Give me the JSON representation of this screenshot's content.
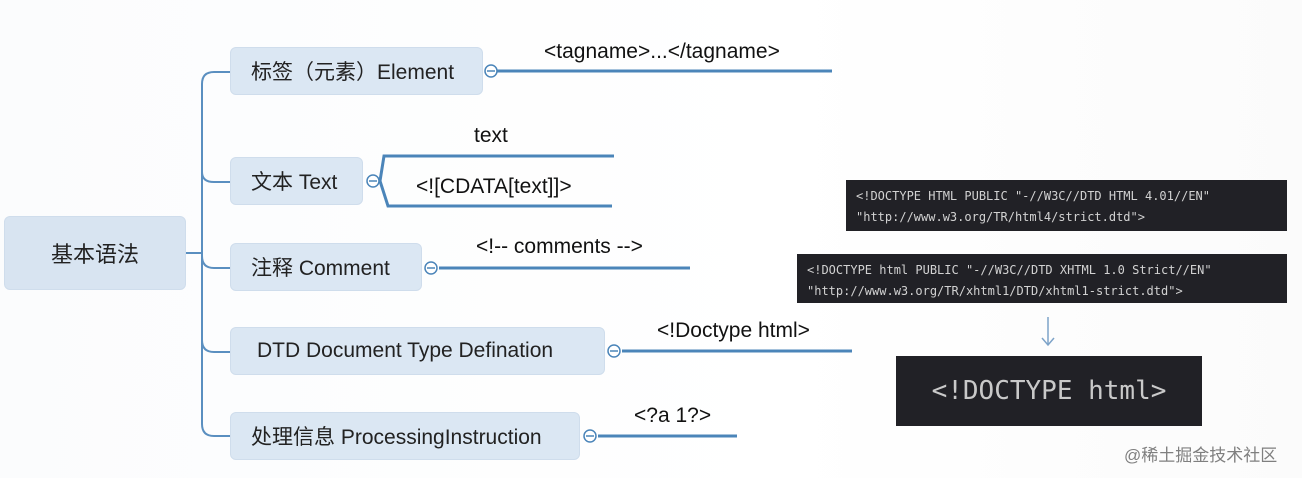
{
  "root": {
    "label": "基本语法"
  },
  "branches": [
    {
      "label": "标签（元素）Element",
      "leaves": [
        "<tagname>...</tagname>"
      ]
    },
    {
      "label": "文本 Text",
      "leaves": [
        "text",
        "<![CDATA[text]]>"
      ]
    },
    {
      "label": "注释 Comment",
      "leaves": [
        "<!-- comments -->"
      ]
    },
    {
      "label": "DTD Document Type Defination",
      "leaves": [
        "<!Doctype html>"
      ]
    },
    {
      "label": "处理信息 ProcessingInstruction",
      "leaves": [
        "<?a 1?>"
      ]
    }
  ],
  "code_examples": [
    {
      "lines": [
        "<!DOCTYPE HTML PUBLIC \"-//W3C//DTD HTML 4.01//EN\"",
        "\"http://www.w3.org/TR/html4/strict.dtd\">"
      ]
    },
    {
      "lines": [
        "<!DOCTYPE html PUBLIC \"-//W3C//DTD XHTML 1.0 Strict//EN\"",
        "\"http://www.w3.org/TR/xhtml1/DTD/xhtml1-strict.dtd\">"
      ]
    }
  ],
  "result_code": "<!DOCTYPE html>",
  "watermark": "@稀土掘金技术社区",
  "colors": {
    "node_fill": "#dbe7f3",
    "line": "#4b85b9",
    "code_bg": "#212126"
  }
}
